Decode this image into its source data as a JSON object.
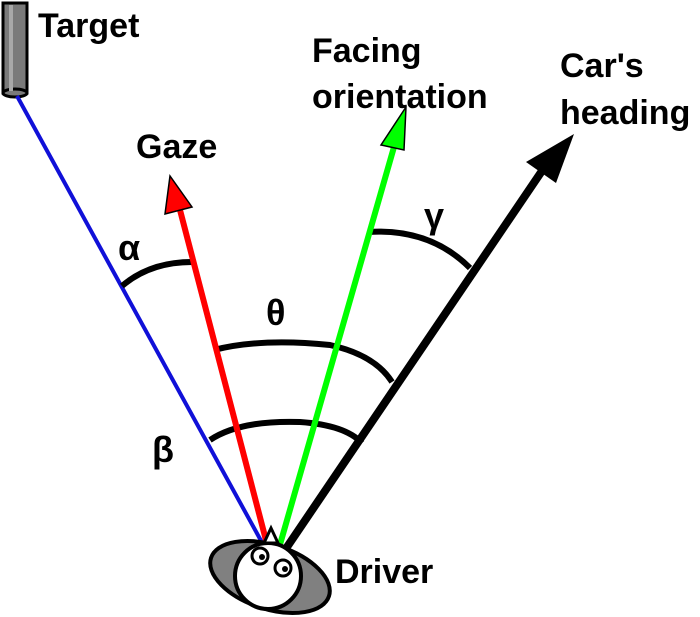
{
  "labels": {
    "target": "Target",
    "gaze": "Gaze",
    "facing_line1": "Facing",
    "facing_line2": "orientation",
    "car_line1": "Car's",
    "car_line2": "heading",
    "driver": "Driver",
    "alpha": "α",
    "theta": "θ",
    "beta": "β",
    "gamma": "γ"
  },
  "colors": {
    "target_line": "#1010d8",
    "gaze_arrow": "#ff0000",
    "facing_arrow": "#00ff00",
    "car_arrow": "#000000",
    "head_fill": "#808080"
  },
  "icons": {
    "target": "cylinder-pole-icon",
    "driver": "driver-head-icon"
  }
}
